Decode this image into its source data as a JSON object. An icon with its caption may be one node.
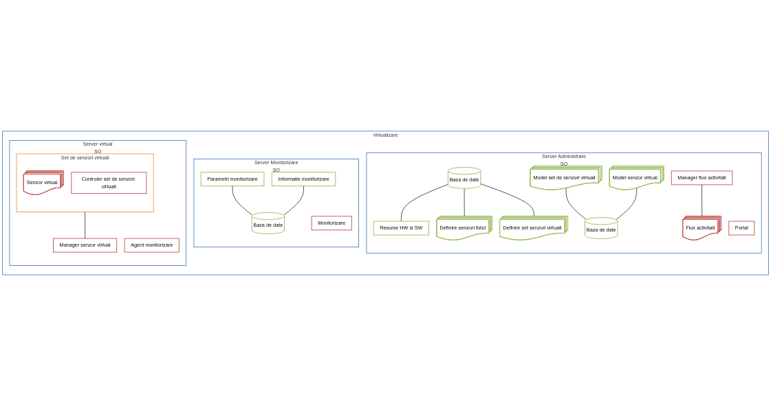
{
  "diagram": {
    "nodes": [
      {
        "text": [
          "Virtualizare"
        ]
      },
      {
        "text": [
          "Server Administrare",
          "SO"
        ],
        "in": 0
      },
      {
        "text": [
          "Baza de date"
        ],
        "in": 1
      },
      {
        "text": [
          "Resurse HW si SW"
        ],
        "in": 1
      },
      {
        "text": [
          "Definire senzori fizici"
        ],
        "in": 1
      },
      {
        "text": [
          "Definire set senzori virtuali"
        ],
        "in": 1
      },
      {
        "text": [
          "Model set de senzori virtuali"
        ],
        "in": 1
      },
      {
        "text": [
          "Model senzor virtual"
        ],
        "in": 1
      },
      {
        "text": [
          "Baza de date"
        ],
        "in": 1
      },
      {
        "text": [
          "Portal"
        ],
        "in": 1
      },
      {
        "text": [
          "Manager flux activitati"
        ],
        "in": 1
      },
      {
        "text": [
          "Flux activitati"
        ],
        "in": 1
      },
      {
        "text": [
          "Server Monitorizare",
          "SO"
        ],
        "in": 0
      },
      {
        "text": [
          "Parametri monitorizare"
        ],
        "in": 12
      },
      {
        "text": [
          "Informatie monitorizare"
        ],
        "in": 12
      },
      {
        "text": [
          "Baza de date"
        ],
        "in": 12
      },
      {
        "text": [
          "Monitorizare"
        ],
        "in": 12
      },
      {
        "text": [
          "Server virtual",
          "SO"
        ],
        "in": 0
      },
      {
        "text": [
          "Set de senzori virtuali"
        ],
        "in": 17
      },
      {
        "text": [
          "Senzor virtual"
        ],
        "in": 18
      },
      {
        "text": [
          "Controler set de senzori virtuali"
        ],
        "in": 18
      },
      {
        "text": [
          "Manager senzor virtual"
        ],
        "in": 17
      },
      {
        "text": [
          "Agent monitorizare"
        ],
        "in": 17
      }
    ],
    "edges": [
      {
        "from": 2,
        "to": 3,
        "arrow": "none"
      },
      {
        "from": 2,
        "to": 4,
        "arrow": "none"
      },
      {
        "from": 2,
        "to": 5,
        "arrow": "none"
      },
      {
        "from": 6,
        "to": 8,
        "arrow": "none"
      },
      {
        "from": 7,
        "to": 8,
        "arrow": "none"
      },
      {
        "from": 10,
        "to": 11,
        "arrow": "none"
      },
      {
        "from": 13,
        "to": 15,
        "arrow": "none"
      },
      {
        "from": 14,
        "to": 15,
        "arrow": "none"
      },
      {
        "from": 18,
        "to": 21,
        "arrow": "none"
      }
    ]
  }
}
